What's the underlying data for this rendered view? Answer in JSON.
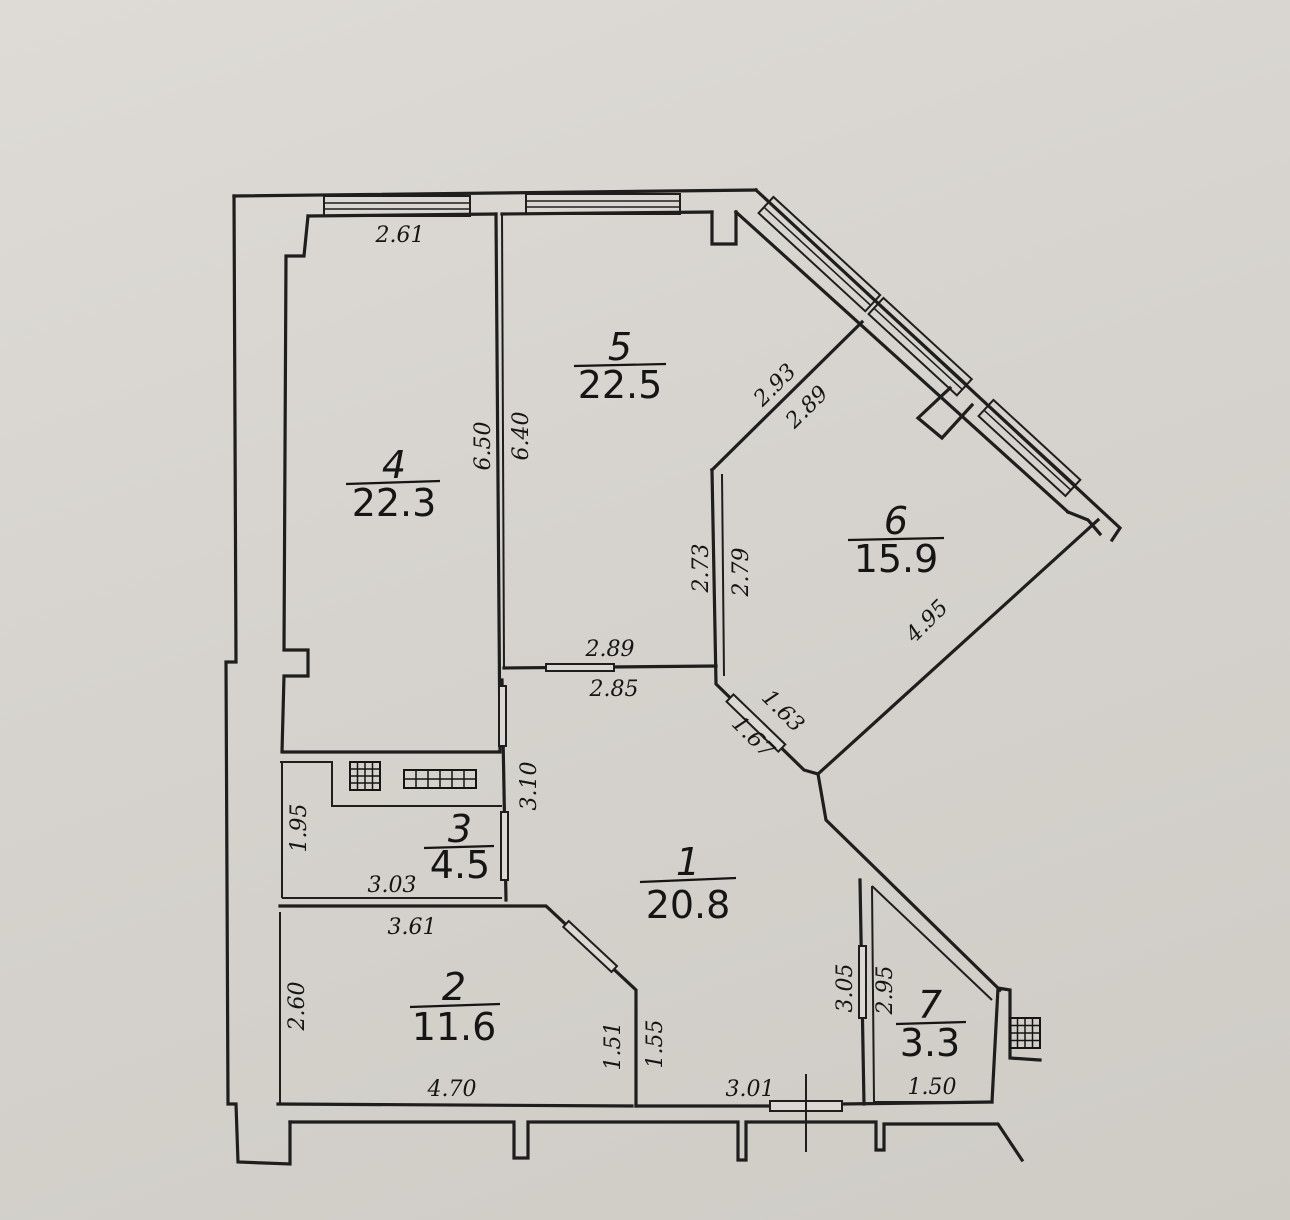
{
  "rooms": [
    {
      "number": "1",
      "area": "20.8"
    },
    {
      "number": "2",
      "area": "11.6"
    },
    {
      "number": "3",
      "area": "4.5"
    },
    {
      "number": "4",
      "area": "22.3"
    },
    {
      "number": "5",
      "area": "22.5"
    },
    {
      "number": "6",
      "area": "15.9"
    },
    {
      "number": "7",
      "area": "3.3"
    }
  ],
  "dimensions": {
    "d_2_61": "2.61",
    "d_6_50": "6.50",
    "d_6_40": "6.40",
    "d_2_93": "2.93",
    "d_2_89_diag": "2.89",
    "d_2_73": "2.73",
    "d_2_79": "2.79",
    "d_4_95": "4.95",
    "d_2_89": "2.89",
    "d_2_85": "2.85",
    "d_1_63": "1.63",
    "d_1_67": "1.67",
    "d_3_10": "3.10",
    "d_1_95": "1.95",
    "d_3_03": "3.03",
    "d_3_61": "3.61",
    "d_2_60": "2.60",
    "d_1_51": "1.51",
    "d_1_55": "1.55",
    "d_4_70": "4.70",
    "d_3_01": "3.01",
    "d_3_05": "3.05",
    "d_2_95": "2.95",
    "d_1_50": "1.50"
  },
  "icons": [
    "ventilation-grid-icon",
    "stove-burners-icon",
    "entrance-marker-icon"
  ]
}
